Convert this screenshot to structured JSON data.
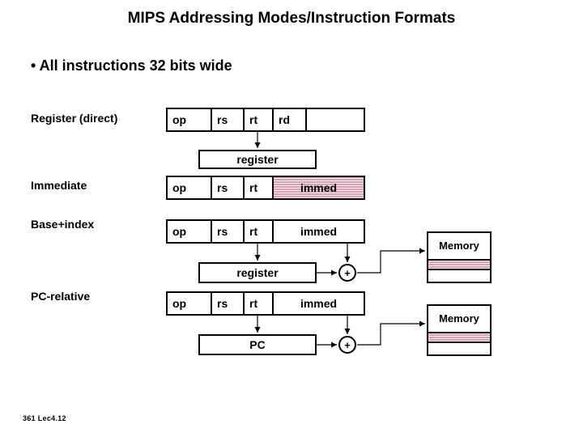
{
  "slide": {
    "title": "MIPS Addressing Modes/Instruction Formats",
    "bullet": "• All instructions 32 bits wide",
    "footer": "361 Lec4.12"
  },
  "fields": {
    "op": "op",
    "rs": "rs",
    "rt": "rt",
    "rd": "rd",
    "immed": "immed",
    "blank": ""
  },
  "rows": [
    {
      "label": "Register (direct)",
      "cells": [
        "op",
        "rs",
        "rt",
        "rd",
        ""
      ],
      "highlight": "rd"
    },
    {
      "label": "Immediate",
      "cells": [
        "op",
        "rs",
        "rt",
        "immed"
      ],
      "highlight": "immed"
    },
    {
      "label": "Base+index",
      "cells": [
        "op",
        "rs",
        "rt",
        "immed"
      ],
      "highlight": "none"
    },
    {
      "label": "PC-relative",
      "cells": [
        "op",
        "rs",
        "rt",
        "immed"
      ],
      "highlight": "none"
    }
  ],
  "annotations": {
    "register1": "register",
    "register2": "register",
    "pc": "PC",
    "memory1": "Memory",
    "memory2": "Memory",
    "adder1": "+",
    "adder2": "+"
  }
}
